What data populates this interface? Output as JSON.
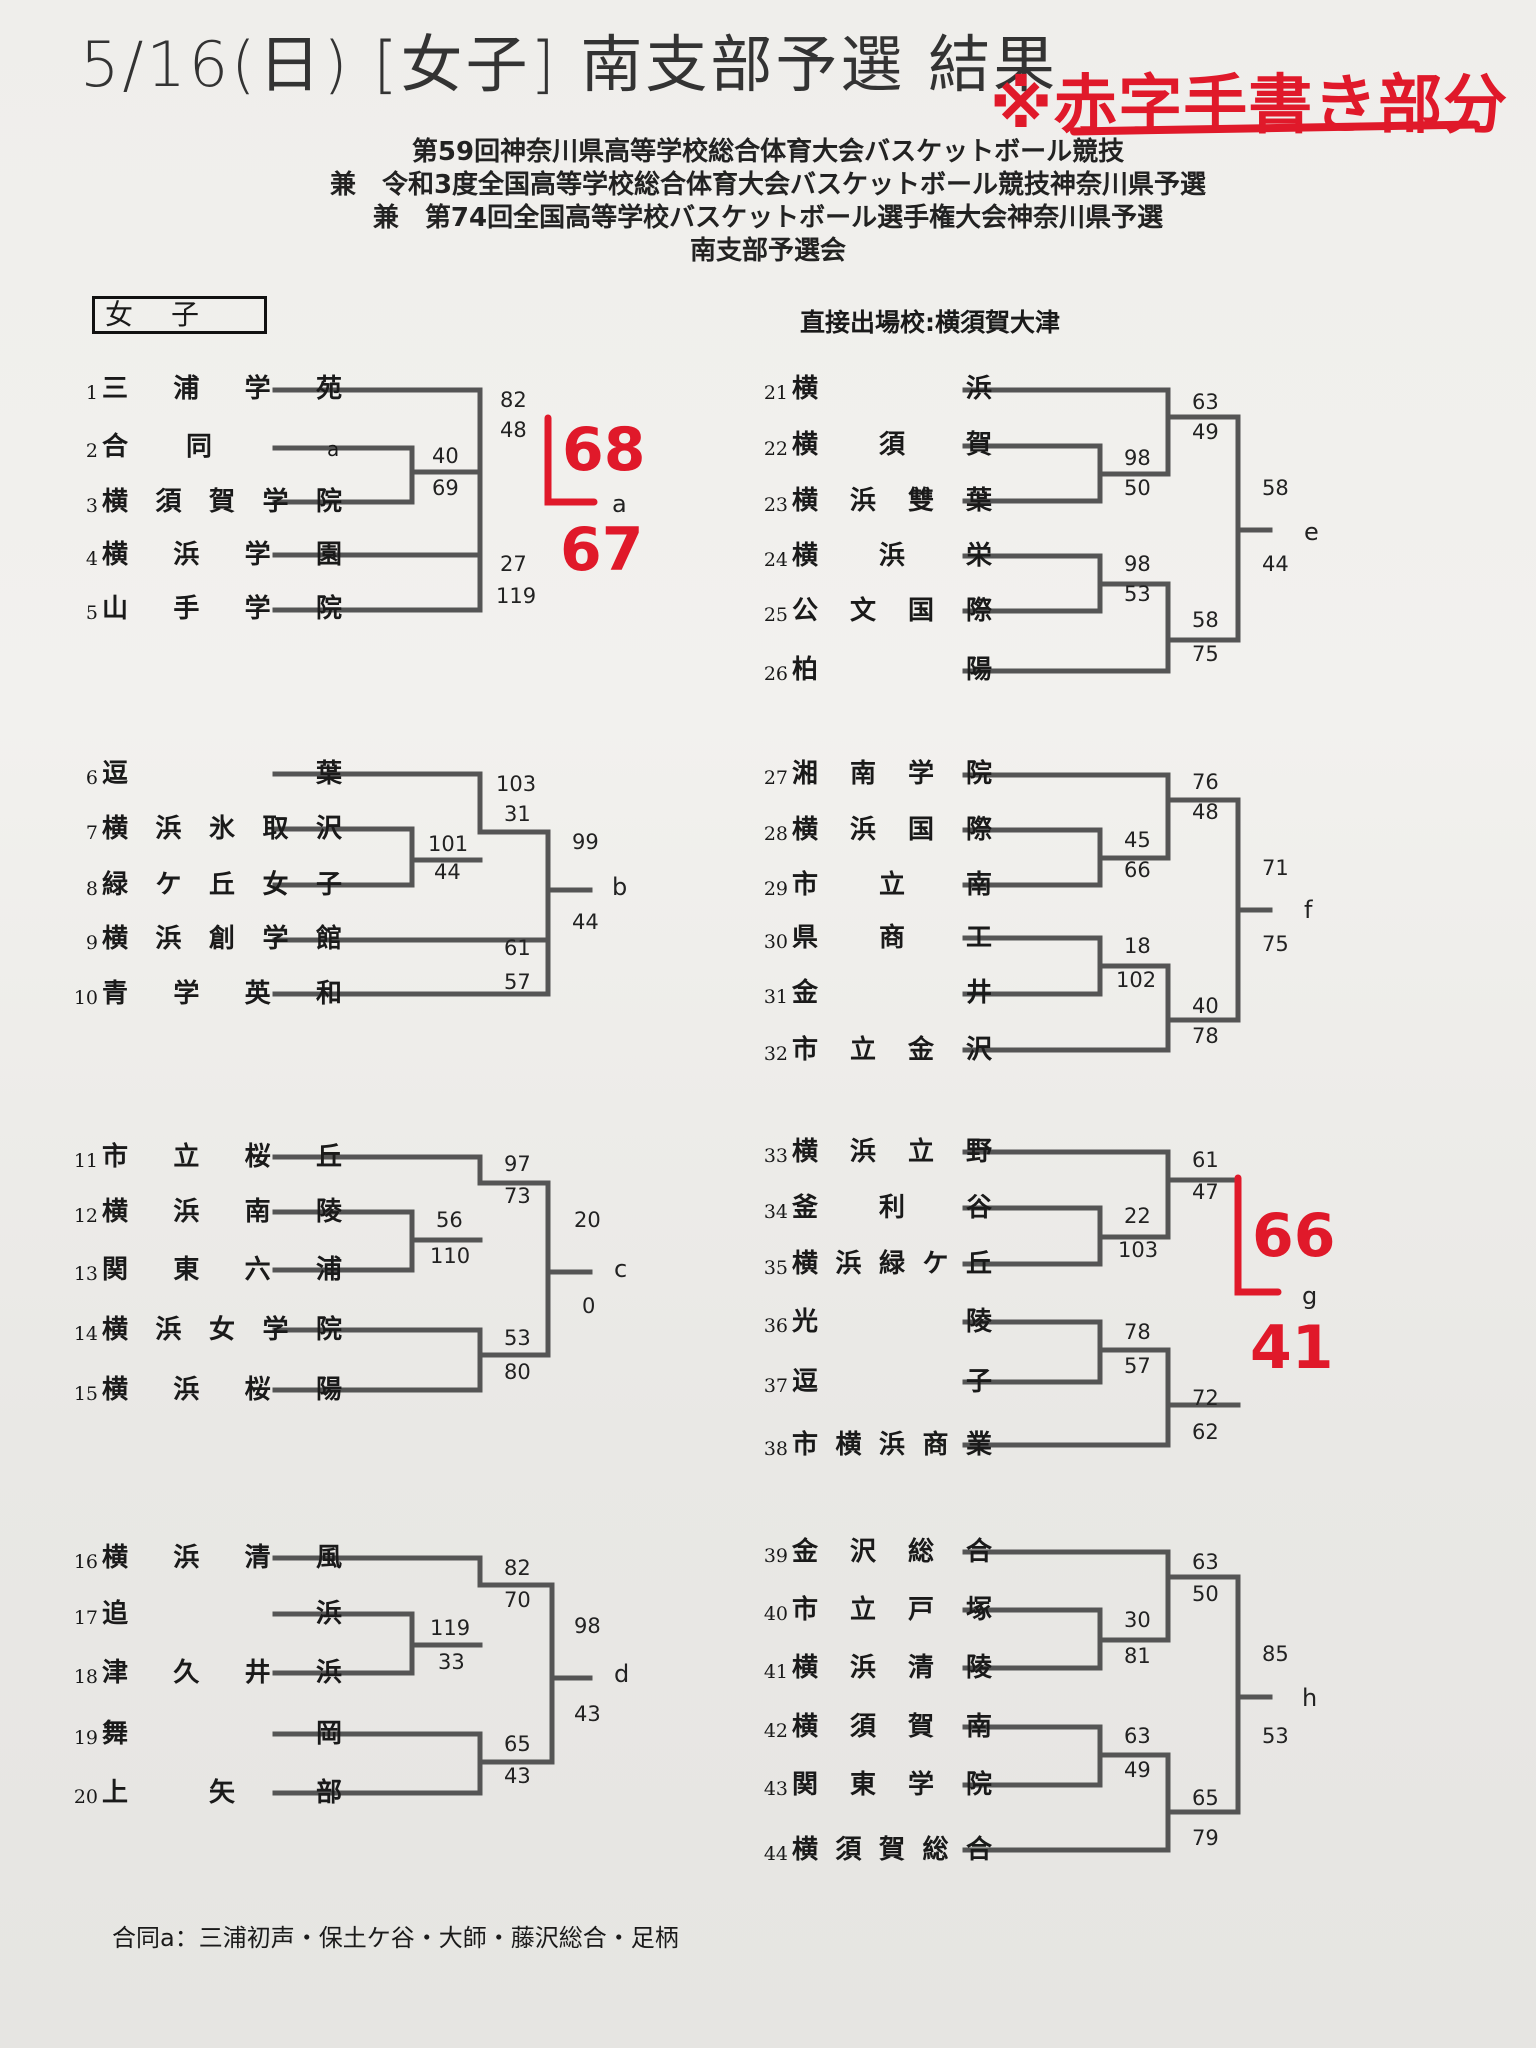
{
  "header": {
    "handwritten_title": "5/16(日) [女子] 南支部予選 結果",
    "handwritten_note": "※赤字手書き部分",
    "lines": [
      "第59回神奈川県高等学校総合体育大会バスケットボール競技",
      "兼　令和3度全国高等学校総合体育大会バスケットボール競技神奈川県予選",
      "兼　第74回全国高等学校バスケットボール選手権大会神奈川県予選",
      "南支部予選会"
    ]
  },
  "section_label": "女子",
  "direct_entry": "直接出場校:横須賀大津",
  "footnote": "合同a：三浦初声・保土ケ谷・大師・藤沢総合・足柄",
  "colors": {
    "ink": "#1a1a1a",
    "bracket": "#555555",
    "handwriting_red": "#e0192a"
  },
  "teams": [
    {
      "no": "1",
      "name": "三浦学苑"
    },
    {
      "no": "2",
      "name": "合同",
      "tag": "a"
    },
    {
      "no": "3",
      "name": "横須賀学院"
    },
    {
      "no": "4",
      "name": "横浜学園"
    },
    {
      "no": "5",
      "name": "山手学院"
    },
    {
      "no": "6",
      "name": "逗葉"
    },
    {
      "no": "7",
      "name": "横浜氷取沢"
    },
    {
      "no": "8",
      "name": "緑ケ丘女子"
    },
    {
      "no": "9",
      "name": "横浜創学館"
    },
    {
      "no": "10",
      "name": "青学英和"
    },
    {
      "no": "11",
      "name": "市立桜丘"
    },
    {
      "no": "12",
      "name": "横浜南陵"
    },
    {
      "no": "13",
      "name": "関東六浦"
    },
    {
      "no": "14",
      "name": "横浜女学院"
    },
    {
      "no": "15",
      "name": "横浜桜陽"
    },
    {
      "no": "16",
      "name": "横浜清風"
    },
    {
      "no": "17",
      "name": "追浜"
    },
    {
      "no": "18",
      "name": "津久井浜"
    },
    {
      "no": "19",
      "name": "舞岡"
    },
    {
      "no": "20",
      "name": "上矢部"
    },
    {
      "no": "21",
      "name": "横浜"
    },
    {
      "no": "22",
      "name": "横須賀"
    },
    {
      "no": "23",
      "name": "横浜雙葉"
    },
    {
      "no": "24",
      "name": "横浜栄"
    },
    {
      "no": "25",
      "name": "公文国際"
    },
    {
      "no": "26",
      "name": "柏陽"
    },
    {
      "no": "27",
      "name": "湘南学院"
    },
    {
      "no": "28",
      "name": "横浜国際"
    },
    {
      "no": "29",
      "name": "市立南"
    },
    {
      "no": "30",
      "name": "県商工"
    },
    {
      "no": "31",
      "name": "金井"
    },
    {
      "no": "32",
      "name": "市立金沢"
    },
    {
      "no": "33",
      "name": "横浜立野"
    },
    {
      "no": "34",
      "name": "釜利谷"
    },
    {
      "no": "35",
      "name": "横浜緑ケ丘"
    },
    {
      "no": "36",
      "name": "光陵"
    },
    {
      "no": "37",
      "name": "逗子"
    },
    {
      "no": "38",
      "name": "市横浜商業"
    },
    {
      "no": "39",
      "name": "金沢総合"
    },
    {
      "no": "40",
      "name": "市立戸塚"
    },
    {
      "no": "41",
      "name": "横浜清陵"
    },
    {
      "no": "42",
      "name": "横須賀南"
    },
    {
      "no": "43",
      "name": "関東学院"
    },
    {
      "no": "44",
      "name": "横須賀総合"
    }
  ],
  "scores": {
    "s1": "82",
    "s2": "48",
    "s3": "40",
    "s4": "69",
    "s5": "27",
    "s6": "119",
    "s7": "103",
    "s8": "31",
    "s9": "101",
    "s10": "44",
    "s11": "61",
    "s12": "57",
    "s13": "99",
    "s14": "44",
    "s15": "97",
    "s16": "73",
    "s17": "56",
    "s18": "110",
    "s19": "53",
    "s20": "80",
    "s21": "20",
    "s22": "0",
    "s23": "82",
    "s24": "70",
    "s25": "119",
    "s26": "33",
    "s27": "65",
    "s28": "43",
    "s29": "98",
    "s30": "43",
    "s31": "63",
    "s32": "49",
    "s33": "98",
    "s34": "50",
    "s35": "98",
    "s36": "53",
    "s37": "58",
    "s38": "75",
    "s39": "58",
    "s40": "44",
    "s41": "76",
    "s42": "48",
    "s43": "45",
    "s44": "66",
    "s45": "18",
    "s46": "102",
    "s47": "40",
    "s48": "78",
    "s49": "71",
    "s50": "75",
    "s51": "61",
    "s52": "47",
    "s53": "22",
    "s54": "103",
    "s55": "78",
    "s56": "57",
    "s57": "72",
    "s58": "62",
    "s59": "63",
    "s60": "50",
    "s61": "30",
    "s62": "81",
    "s63": "63",
    "s64": "49",
    "s65": "65",
    "s66": "79",
    "s67": "85",
    "s68": "53"
  },
  "handwritten_scores": {
    "a_top": "68",
    "a_bottom": "67",
    "g_top": "66",
    "g_bottom": "41"
  },
  "groups": {
    "a": "a",
    "b": "b",
    "c": "c",
    "d": "d",
    "e": "e",
    "f": "f",
    "g": "g",
    "h": "h"
  }
}
